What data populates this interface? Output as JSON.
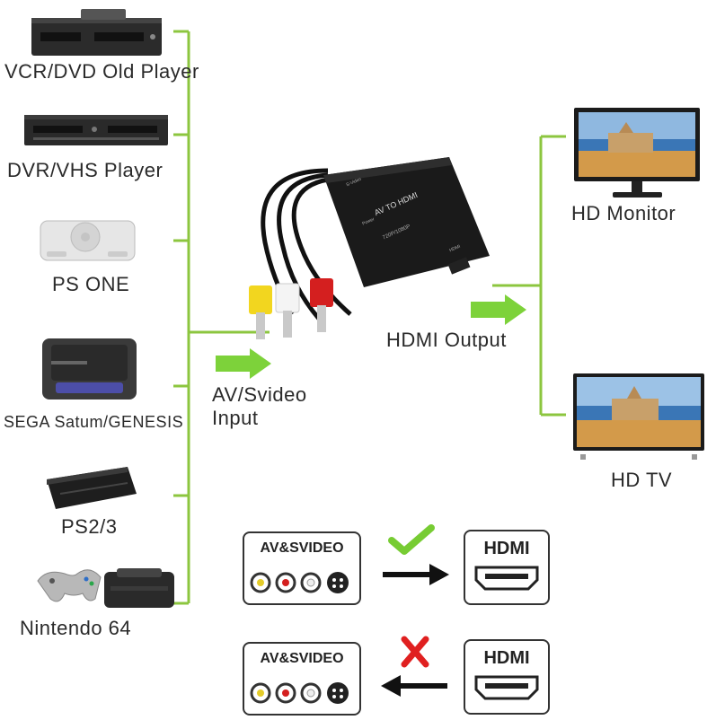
{
  "devices": [
    {
      "label": "VCR/DVD Old Player",
      "icon": "vcr-dvd-player-icon"
    },
    {
      "label": "DVR/VHS Player",
      "icon": "dvr-vhs-player-icon"
    },
    {
      "label": "PS ONE",
      "icon": "ps-one-console-icon"
    },
    {
      "label": "SEGA Satum/GENESIS",
      "icon": "sega-console-icon"
    },
    {
      "label": "PS2/3",
      "icon": "ps2-console-icon"
    },
    {
      "label": "Nintendo 64",
      "icon": "nintendo-64-console-icon"
    }
  ],
  "input_label_line1": "AV/Svideo",
  "input_label_line2": "Input",
  "output_label": "HDMI Output",
  "displays": [
    {
      "label": "HD Monitor",
      "icon": "hd-monitor-icon"
    },
    {
      "label": "HD TV",
      "icon": "hd-tv-icon"
    }
  ],
  "converter": {
    "front_text": "AV TO HDMI",
    "mode_text": "720P/1080P",
    "power_text": "Power",
    "svideo_text": "S-Video",
    "hdmi_port_text": "HDMI"
  },
  "compatibility": [
    {
      "source": "AV&SVIDEO",
      "target": "HDMI",
      "status": "check"
    },
    {
      "source": "AV&SVIDEO",
      "target": "HDMI",
      "status": "cross"
    }
  ],
  "colors": {
    "connector_green": "#8cc63f",
    "arrow_green": "#7dd23a",
    "check_green": "#77cc33",
    "cross_red": "#e02020"
  }
}
